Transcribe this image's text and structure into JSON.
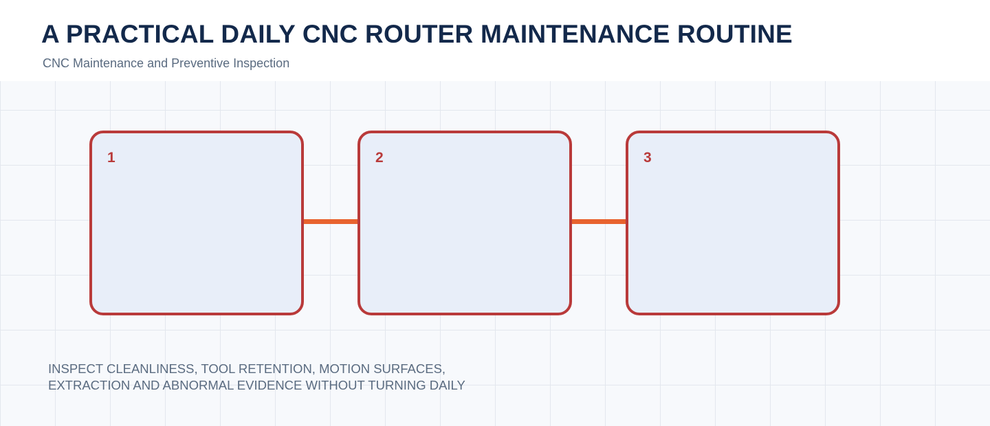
{
  "header": {
    "title": "A PRACTICAL DAILY CNC ROUTER MAINTENANCE ROUTINE",
    "subtitle": "CNC Maintenance and Preventive Inspection"
  },
  "steps": [
    {
      "number": "1"
    },
    {
      "number": "2"
    },
    {
      "number": "3"
    }
  ],
  "note": {
    "lines": [
      "INSPECT CLEANLINESS, TOOL RETENTION, MOTION SURFACES,",
      "EXTRACTION AND ABNORMAL EVIDENCE WITHOUT TURNING DAILY"
    ]
  },
  "colors": {
    "title": "#13294b",
    "step_border": "#b93a3a",
    "step_fill": "#e8eef9",
    "connector": "#e8632f",
    "muted_text": "#5a6b80"
  }
}
